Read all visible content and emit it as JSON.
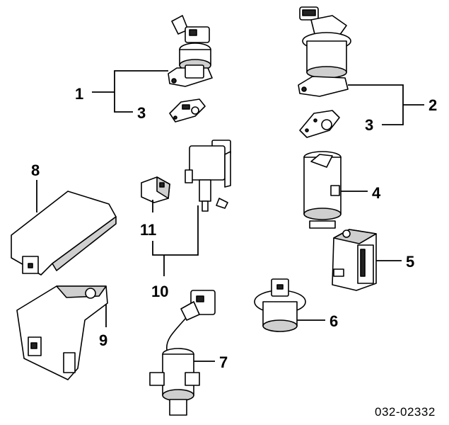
{
  "callouts": {
    "c1": "1",
    "c2": "2",
    "c3a": "3",
    "c3b": "3",
    "c4": "4",
    "c5": "5",
    "c6": "6",
    "c7": "7",
    "c8": "8",
    "c9": "9",
    "c10": "10",
    "c11": "11"
  },
  "reference_code": "032-02332"
}
